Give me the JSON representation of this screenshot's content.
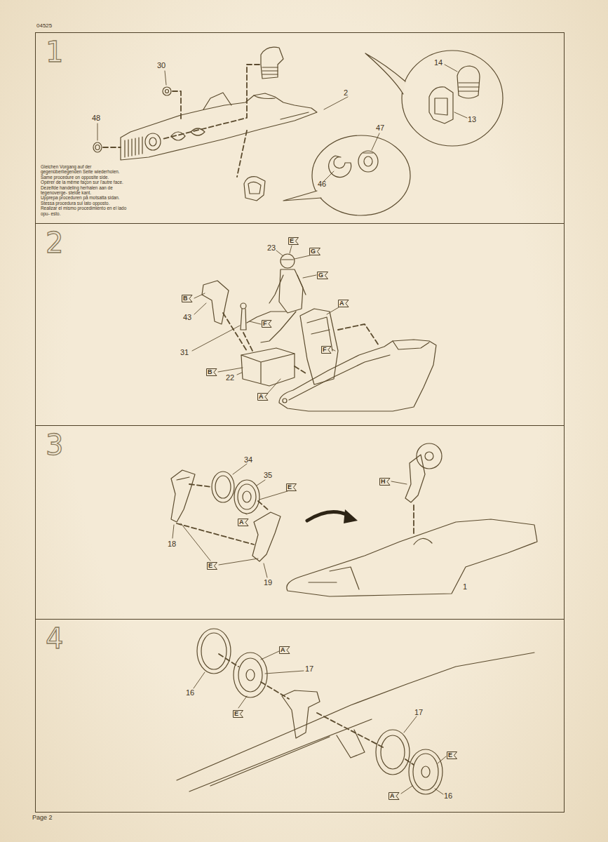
{
  "diagram": {
    "nodes": [
      {
        "text": [
          "1"
        ]
      },
      {
        "text": [
          "2"
        ]
      },
      {
        "text": [
          "E"
        ],
        "in": 1
      },
      {
        "text": [
          "G"
        ],
        "in": 1
      },
      {
        "text": [
          "G"
        ],
        "in": 1
      },
      {
        "text": [
          "B"
        ],
        "in": 1
      },
      {
        "text": [
          "A"
        ],
        "in": 1
      },
      {
        "text": [
          "F"
        ],
        "in": 1
      },
      {
        "text": [
          "F"
        ],
        "in": 1
      },
      {
        "text": [
          "B"
        ],
        "in": 1
      },
      {
        "text": [
          "A"
        ],
        "in": 1
      },
      {
        "text": [
          "3"
        ]
      },
      {
        "text": [
          "H"
        ],
        "in": 11
      },
      {
        "text": [
          "E"
        ],
        "in": 11
      },
      {
        "text": [
          "A"
        ],
        "in": 11
      },
      {
        "text": [
          "E"
        ],
        "in": 11
      },
      {
        "text": [
          "4"
        ]
      },
      {
        "text": [
          "A"
        ],
        "in": 16
      },
      {
        "text": [
          "E"
        ],
        "in": 16
      },
      {
        "text": [
          "E"
        ],
        "in": 16
      },
      {
        "text": [
          "A"
        ],
        "in": 16
      }
    ],
    "labels": [
      "04525",
      "30",
      "48",
      "2",
      "14",
      "13",
      "47",
      "46",
      "Gleichen Vorgang auf der gegenüberliegenden Seite wiederholen.",
      "Same procedure on opposite side.",
      "Opérer de la même façon sur l'autre face.",
      "Dezelfde handeling herhalen aan de tegenoverge- stelde kant.",
      "Upprepa proceduren på motsatta sidan.",
      "Stessa procedura sul lato opposto.",
      "Realizar el mismo procedimiento en el lado opu- esto.",
      "23",
      "43",
      "31",
      "22",
      "34",
      "35",
      "18",
      "19",
      "1",
      "17",
      "16",
      "17",
      "16",
      "Page 2"
    ]
  }
}
